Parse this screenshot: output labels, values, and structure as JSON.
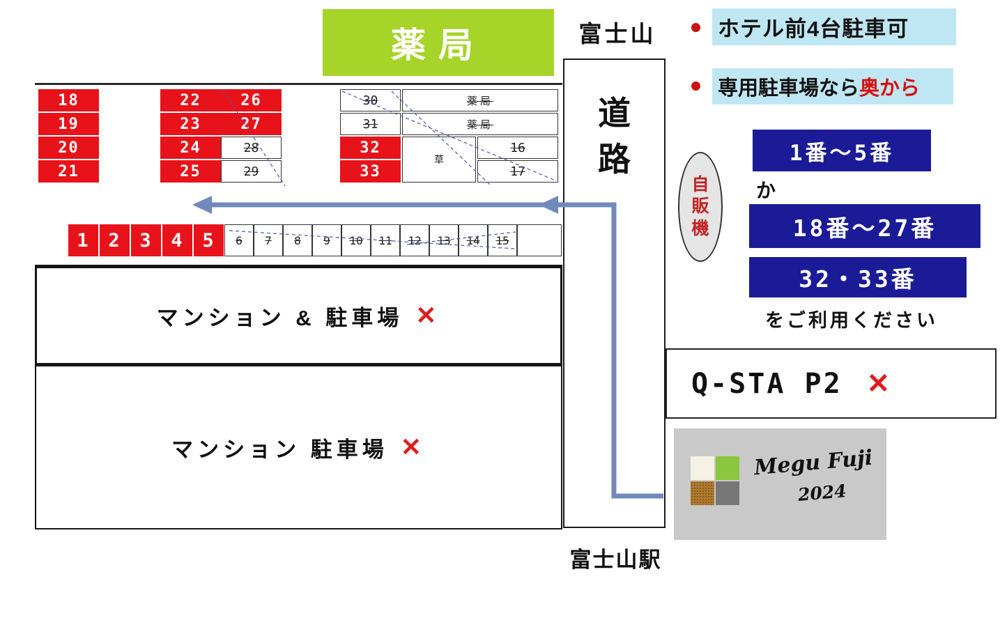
{
  "map": {
    "pharmacy": "薬局",
    "fuji": "富士山",
    "road": [
      "道",
      "路"
    ],
    "station": "富士山駅",
    "mansion_parking_1": "マンション & 駐車場",
    "mansion_parking_2": "マンション 駐車場",
    "cross": "✕"
  },
  "spots": {
    "col_18_21": [
      "18",
      "19",
      "20",
      "21"
    ],
    "col_22_25": [
      "22",
      "23",
      "24",
      "25"
    ],
    "col_26_27": [
      "26",
      "27"
    ],
    "crossed_28_29": [
      "28",
      "29"
    ],
    "crossed_30_31": [
      "30",
      "31"
    ],
    "col_32_33": [
      "32",
      "33"
    ],
    "pharmacy_row1": "薬局",
    "pharmacy_row2": "薬局",
    "grass": "草",
    "crossed_16_17": [
      "16",
      "17"
    ],
    "row_1_5": [
      "1",
      "2",
      "3",
      "4",
      "5"
    ],
    "crossed_6_15": [
      "6",
      "7",
      "8",
      "9",
      "10",
      "11",
      "12",
      "13",
      "14",
      "15"
    ]
  },
  "instructions": {
    "bullet1": "ホテル前4台駐車可",
    "bullet2_prefix": "専用駐車場なら",
    "bullet2_highlight": "奥から",
    "vending": [
      "自",
      "販",
      "機"
    ],
    "range_1_5": "1番～5番",
    "or": "か",
    "range_18_27": "18番～27番",
    "range_32_33": "32・33番",
    "please_use": "をご利用ください"
  },
  "qsta": {
    "label": "Q-STA P2",
    "cross": "✕"
  },
  "signature": {
    "name": "Megu Fuji",
    "year": "2024"
  },
  "colors": {
    "spot_red": "#e8131a",
    "pharmacy_green": "#a6d428",
    "navy": "#1b1b97",
    "highlight_blue": "#bfe7f3",
    "route_blue": "#7189bc",
    "cross_red": "#e01b1b",
    "vending_red": "#c22424"
  }
}
